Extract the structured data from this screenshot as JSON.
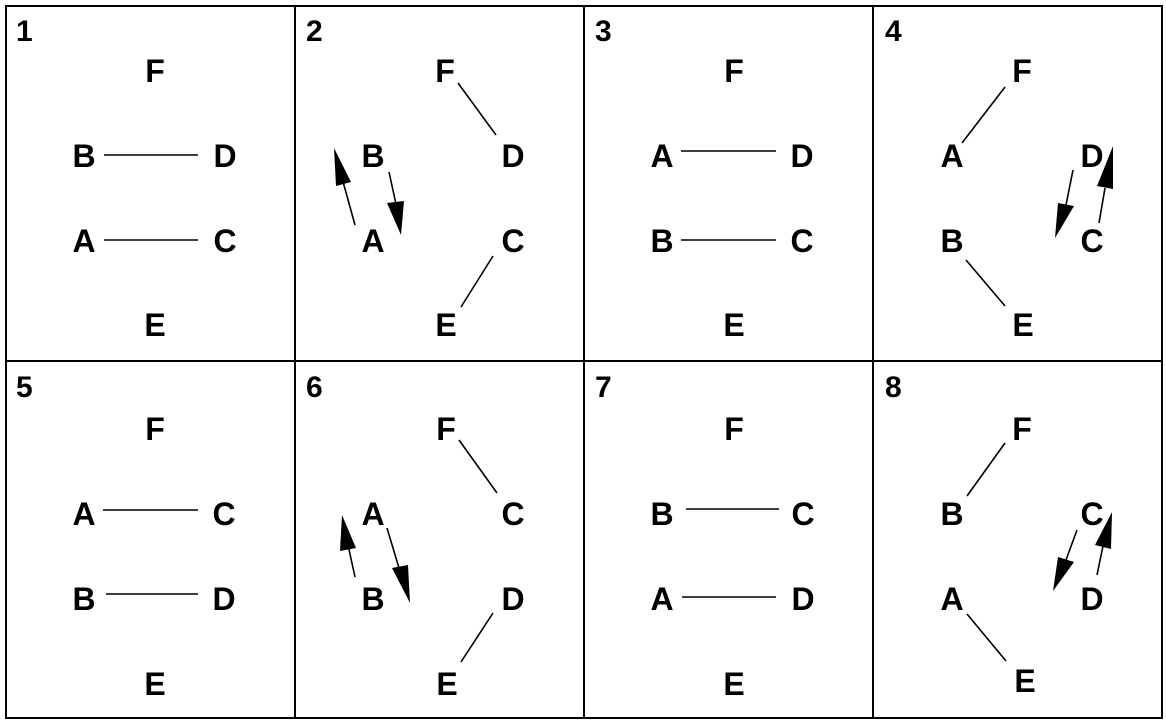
{
  "panels": [
    {
      "number": "1",
      "labels": {
        "top": "F",
        "left_upper": "B",
        "right_upper": "D",
        "left_lower": "A",
        "right_lower": "C",
        "bottom": "E"
      }
    },
    {
      "number": "2",
      "labels": {
        "top": "F",
        "left_upper": "B",
        "right_upper": "D",
        "left_lower": "A",
        "right_lower": "C",
        "bottom": "E"
      }
    },
    {
      "number": "3",
      "labels": {
        "top": "F",
        "left_upper": "A",
        "right_upper": "D",
        "left_lower": "B",
        "right_lower": "C",
        "bottom": "E"
      }
    },
    {
      "number": "4",
      "labels": {
        "top": "F",
        "left_upper": "A",
        "right_upper": "D",
        "left_lower": "B",
        "right_lower": "C",
        "bottom": "E"
      }
    },
    {
      "number": "5",
      "labels": {
        "top": "F",
        "left_upper": "A",
        "right_upper": "C",
        "left_lower": "B",
        "right_lower": "D",
        "bottom": "E"
      }
    },
    {
      "number": "6",
      "labels": {
        "top": "F",
        "left_upper": "A",
        "right_upper": "C",
        "left_lower": "B",
        "right_lower": "D",
        "bottom": "E"
      }
    },
    {
      "number": "7",
      "labels": {
        "top": "F",
        "left_upper": "B",
        "right_upper": "C",
        "left_lower": "A",
        "right_lower": "D",
        "bottom": "E"
      }
    },
    {
      "number": "8",
      "labels": {
        "top": "F",
        "left_upper": "B",
        "right_upper": "C",
        "left_lower": "A",
        "right_lower": "D",
        "bottom": "E"
      }
    }
  ]
}
